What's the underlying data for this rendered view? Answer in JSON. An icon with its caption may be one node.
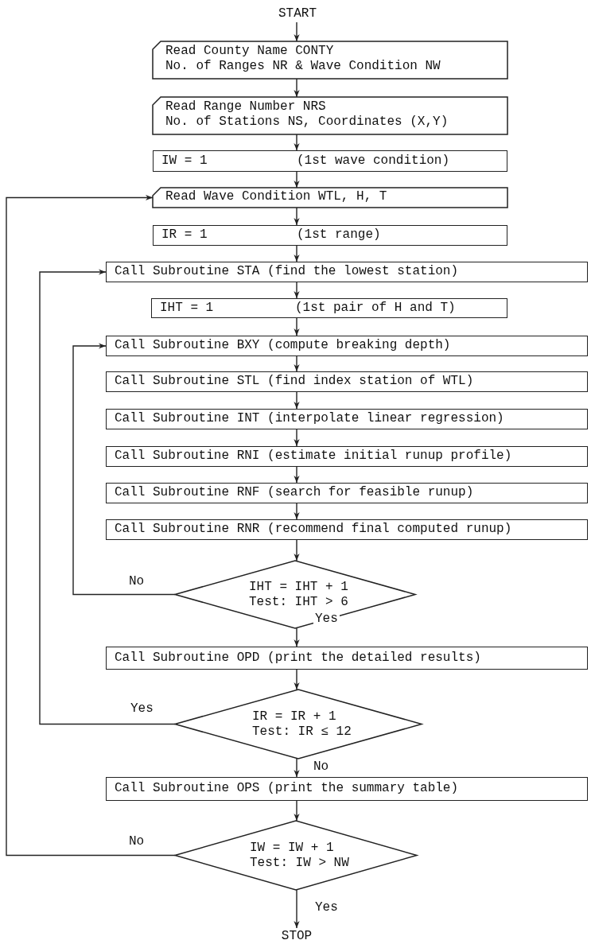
{
  "diagram": {
    "nodes": [
      {
        "text": [
          "START"
        ]
      },
      {
        "text": [
          "Read County Name CONTY",
          "No. of Ranges NR & Wave Condition NW"
        ]
      },
      {
        "text": [
          "Read Range Number NRS",
          "No. of Stations NS, Coordinates (X,Y)"
        ]
      },
      {
        "text": [
          "IW = 1",
          "(1st wave condition)"
        ]
      },
      {
        "text": [
          "Read Wave Condition WTL, H, T"
        ]
      },
      {
        "text": [
          "IR = 1",
          "(1st range)"
        ]
      },
      {
        "text": [
          "Call Subroutine STA (find the lowest station)"
        ]
      },
      {
        "text": [
          "IHT = 1",
          "(1st pair of H and T)"
        ]
      },
      {
        "text": [
          "Call Subroutine BXY (compute breaking depth)"
        ]
      },
      {
        "text": [
          "Call Subroutine STL (find index station of WTL)"
        ]
      },
      {
        "text": [
          "Call Subroutine INT (interpolate linear regression)"
        ]
      },
      {
        "text": [
          "Call Subroutine RNI (estimate initial runup profile)"
        ]
      },
      {
        "text": [
          "Call Subroutine RNF (search for feasible runup)"
        ]
      },
      {
        "text": [
          "Call Subroutine RNR (recommend final computed runup)"
        ]
      },
      {
        "text": [
          "IHT = IHT + 1",
          "Test: IHT > 6"
        ]
      },
      {
        "text": [
          "Call Subroutine OPD (print the detailed results)"
        ]
      },
      {
        "text": [
          "IR = IR + 1",
          "Test: IR ≤ 12"
        ]
      },
      {
        "text": [
          "Call Subroutine OPS (print the summary table)"
        ]
      },
      {
        "text": [
          "IW = IW + 1",
          "Test: IW > NW"
        ]
      },
      {
        "text": [
          "STOP"
        ]
      }
    ],
    "edges": [
      {
        "from": 0,
        "to": 1,
        "arrow": "to"
      },
      {
        "from": 1,
        "to": 2,
        "arrow": "to"
      },
      {
        "from": 2,
        "to": 3,
        "arrow": "to"
      },
      {
        "from": 3,
        "to": 4,
        "arrow": "to"
      },
      {
        "from": 4,
        "to": 5,
        "arrow": "to"
      },
      {
        "from": 5,
        "to": 6,
        "arrow": "to"
      },
      {
        "from": 6,
        "to": 7,
        "arrow": "to"
      },
      {
        "from": 7,
        "to": 8,
        "arrow": "to"
      },
      {
        "from": 8,
        "to": 9,
        "arrow": "to"
      },
      {
        "from": 9,
        "to": 10,
        "arrow": "to"
      },
      {
        "from": 10,
        "to": 11,
        "arrow": "to"
      },
      {
        "from": 11,
        "to": 12,
        "arrow": "to"
      },
      {
        "from": 12,
        "to": 13,
        "arrow": "to"
      },
      {
        "from": 13,
        "to": 14,
        "arrow": "to"
      },
      {
        "from": 14,
        "to": 8,
        "arrow": "to",
        "label": "No"
      },
      {
        "from": 14,
        "to": 15,
        "arrow": "to",
        "label": "Yes"
      },
      {
        "from": 15,
        "to": 16,
        "arrow": "to"
      },
      {
        "from": 16,
        "to": 6,
        "arrow": "to",
        "label": "Yes"
      },
      {
        "from": 16,
        "to": 17,
        "arrow": "to",
        "label": "No"
      },
      {
        "from": 17,
        "to": 18,
        "arrow": "to"
      },
      {
        "from": 18,
        "to": 4,
        "arrow": "to",
        "label": "No"
      },
      {
        "from": 18,
        "to": 19,
        "arrow": "to",
        "label": "Yes"
      }
    ]
  }
}
